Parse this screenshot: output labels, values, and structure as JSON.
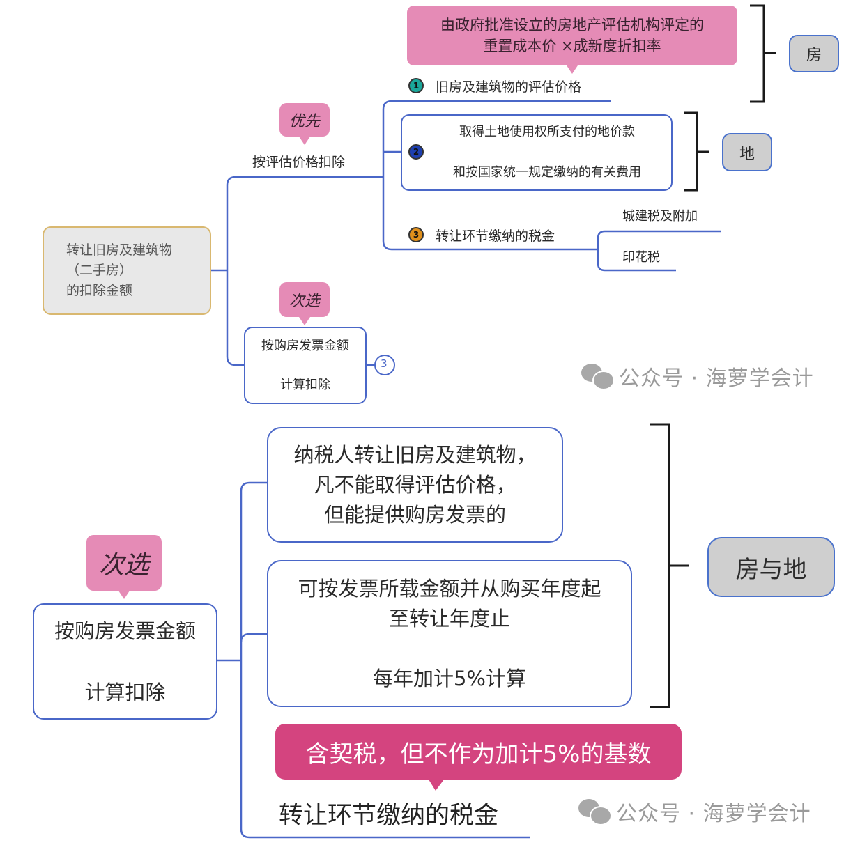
{
  "top_diagram": {
    "root": {
      "lines": [
        "转让旧房及建筑物",
        "（二手房）",
        "的扣除金额"
      ]
    },
    "branch_primary": {
      "tag": "优先",
      "label": "按评估价格扣除",
      "items": [
        {
          "badge": "1",
          "badge_color": "#1aa79a",
          "text": "旧房及建筑物的评估价格",
          "callout": {
            "lines": [
              "由政府批准设立的房地产评估机构评定的",
              "重置成本价 ×成新度折扣率"
            ]
          },
          "group_label": "房"
        },
        {
          "badge": "2",
          "badge_color": "#1d3fb0",
          "lines": [
            "取得土地使用权所支付的地价款",
            "和按国家统一规定缴纳的有关费用"
          ],
          "group_label": "地"
        },
        {
          "badge": "3",
          "badge_color": "#e0901c",
          "text": "转让环节缴纳的税金",
          "children": [
            "城建税及附加",
            "印花税"
          ]
        }
      ]
    },
    "branch_secondary": {
      "tag": "次选",
      "lines": [
        "按购房发票金额",
        "计算扣除"
      ],
      "badge": "3"
    }
  },
  "bottom_diagram": {
    "root": {
      "tag": "次选",
      "lines": [
        "按购房发票金额",
        "计算扣除"
      ]
    },
    "conditions": [
      {
        "lines": [
          "纳税人转让旧房及建筑物，",
          "凡不能取得评估价格，",
          "但能提供购房发票的"
        ]
      },
      {
        "lines": [
          "可按发票所载金额并从购买年度起",
          "至转让年度止",
          "每年加计5%计算"
        ]
      }
    ],
    "group_label": "房与地",
    "tax_item": {
      "callout": "含契税，但不作为加计5%的基数",
      "text": "转让环节缴纳的税金"
    }
  },
  "watermarks": [
    {
      "text": "公众号 · 海萝学会计",
      "icon": "wechat-icon"
    },
    {
      "text": "公众号 · 海萝学会计",
      "icon": "wechat-icon"
    }
  ],
  "colors": {
    "line_blue": "#4a67c8",
    "pink_light": "#e58bb6",
    "pink_dark": "#d4447f",
    "root_border": "#d9b870",
    "root_fill": "#e8e8e8",
    "tag_fill": "#cfcfcf"
  }
}
